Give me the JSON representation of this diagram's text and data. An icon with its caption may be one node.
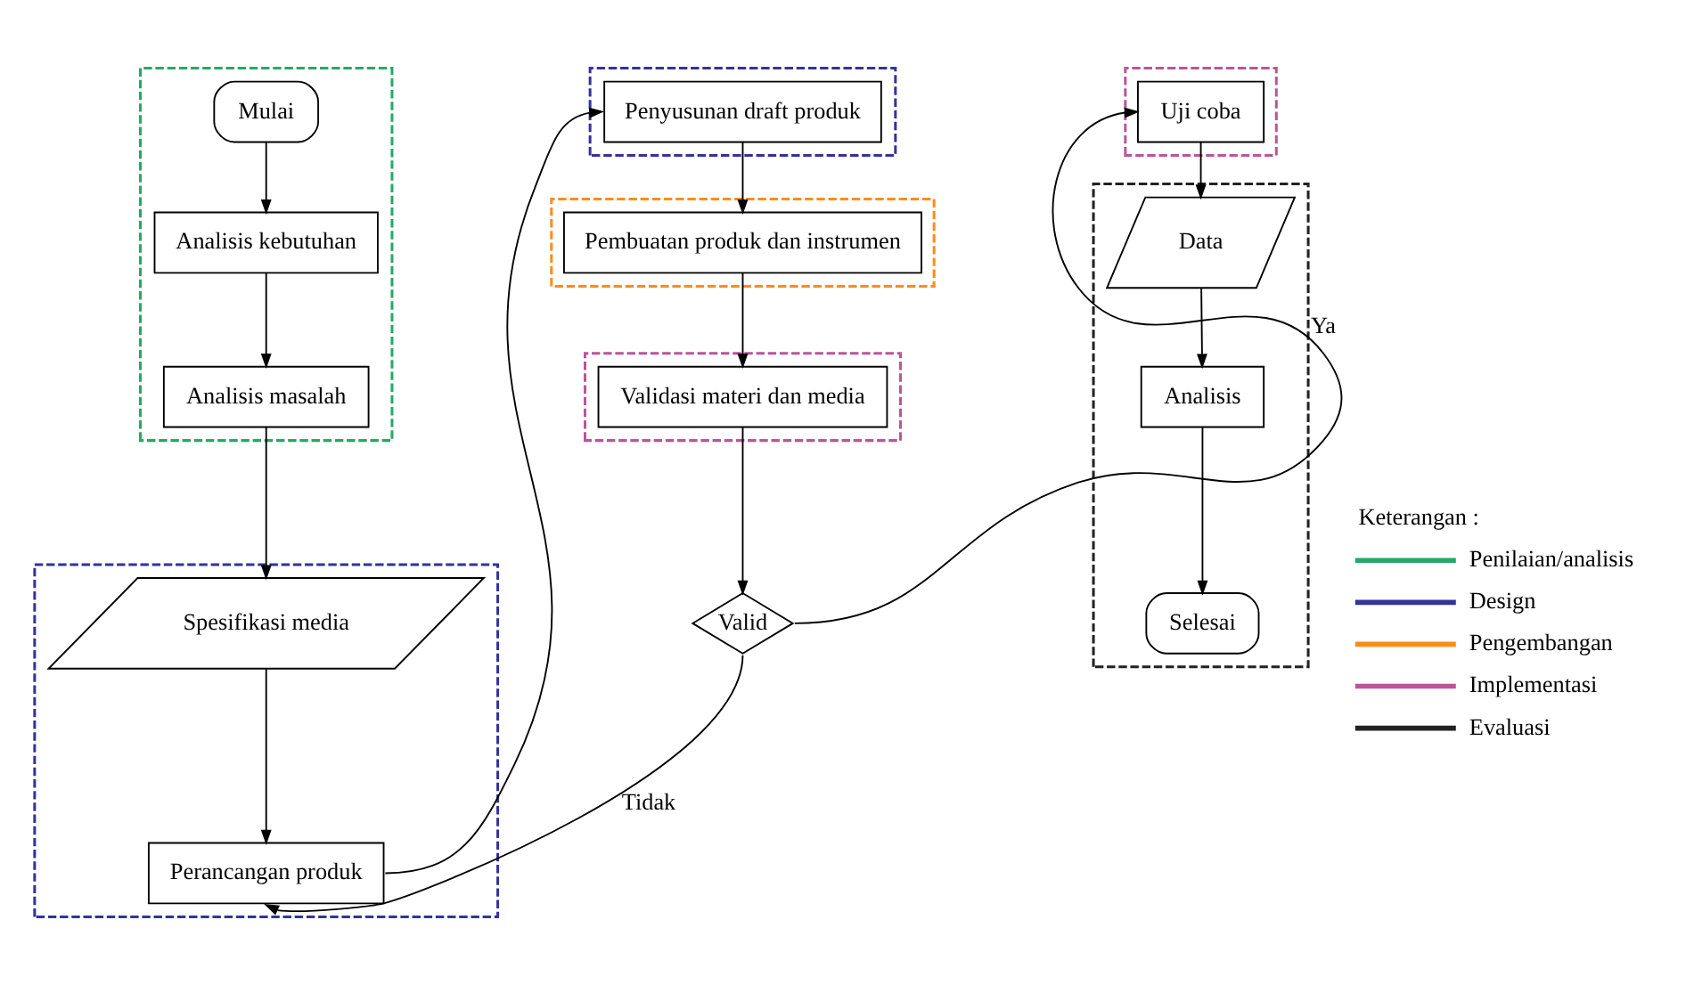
{
  "diagram": {
    "nodes": [
      {
        "text": [],
        "shape": "box"
      },
      {
        "text": [
          "Mulai"
        ],
        "in": 0
      },
      {
        "text": [
          "Analisis kebutuhan"
        ],
        "in": 0
      },
      {
        "text": [
          "Analisis masalah"
        ],
        "in": 0
      },
      {
        "text": [],
        "shape": "box"
      },
      {
        "text": [
          "Spesifikasi media"
        ],
        "in": 4
      },
      {
        "text": [
          "Perancangan produk"
        ],
        "in": 4
      },
      {
        "text": [],
        "shape": "box"
      },
      {
        "text": [
          "Penyusunan draft produk"
        ],
        "in": 7
      },
      {
        "text": [],
        "shape": "box"
      },
      {
        "text": [
          "Pembuatan produk dan instrumen"
        ],
        "in": 9
      },
      {
        "text": [],
        "shape": "box"
      },
      {
        "text": [
          "Validasi materi dan media"
        ],
        "in": 11
      },
      {
        "text": [
          "Valid"
        ]
      },
      {
        "text": [],
        "shape": "box"
      },
      {
        "text": [
          "Uji coba"
        ],
        "in": 14
      },
      {
        "text": [],
        "shape": "box"
      },
      {
        "text": [
          "Data"
        ],
        "in": 16
      },
      {
        "text": [
          "Analisis"
        ],
        "in": 16
      },
      {
        "text": [
          "Selesai"
        ],
        "in": 16
      }
    ],
    "edges": [
      {
        "from": 1,
        "to": 2,
        "arrow": "to"
      },
      {
        "from": 2,
        "to": 3,
        "arrow": "to"
      },
      {
        "from": 3,
        "to": 5,
        "arrow": "to"
      },
      {
        "from": 5,
        "to": 6,
        "arrow": "to"
      },
      {
        "from": 6,
        "to": 8,
        "arrow": "to"
      },
      {
        "from": 8,
        "to": 10,
        "arrow": "to"
      },
      {
        "from": 10,
        "to": 12,
        "arrow": "to"
      },
      {
        "from": 12,
        "to": 13,
        "arrow": "to"
      },
      {
        "from": 13,
        "to": 15,
        "arrow": "to",
        "label": "Ya"
      },
      {
        "from": 13,
        "to": 6,
        "arrow": "to",
        "label": "Tidak"
      },
      {
        "from": 15,
        "to": 17,
        "arrow": "to"
      },
      {
        "from": 17,
        "to": 18,
        "arrow": "to"
      },
      {
        "from": 18,
        "to": 19,
        "arrow": "to"
      }
    ],
    "labels": [
      "Keterangan :"
    ],
    "legend": [
      {
        "text": "Penilaian/analisis"
      },
      {
        "text": "Design"
      },
      {
        "text": "Pengembangan"
      },
      {
        "text": "Implementasi"
      },
      {
        "text": "Evaluasi"
      }
    ]
  }
}
